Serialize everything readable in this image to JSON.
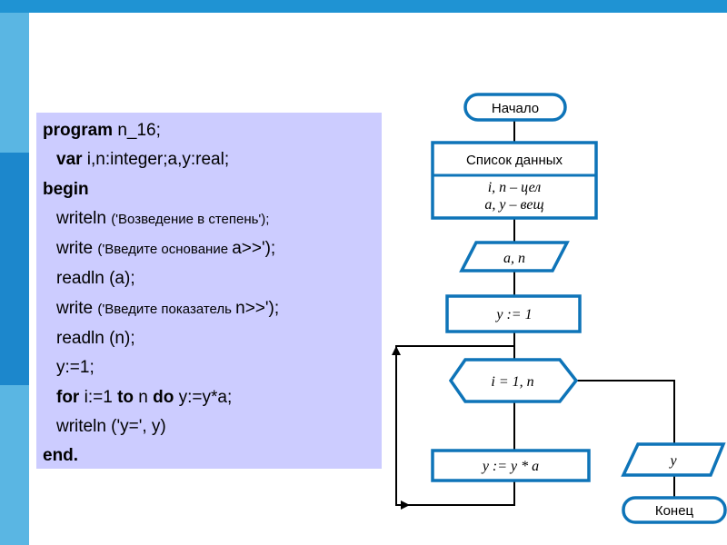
{
  "code": {
    "l1_kw": "program",
    "l1_rest": " n_16;",
    "l2_kw": "var",
    "l2_rest": " i,n:integer;a,y:real;",
    "l3_kw": "begin",
    "l4_a": "writeln ",
    "l4_b": "('Возведение в степень');",
    "l5_a": "write ",
    "l5_b": "('Введите основание ",
    "l5_c": "a>>');",
    "l6": "readln (a);",
    "l7_a": "write ",
    "l7_b": "('Введите показатель ",
    "l7_c": "n>>');",
    "l8": "readln (n);",
    "l9": "y:=1;",
    "l10_k1": "for",
    "l10_a": " i:=1 ",
    "l10_k2": "to",
    "l10_b": " n ",
    "l10_k3": "do",
    "l10_c": " y:=y*a;",
    "l11": "writeln ('y=', y)",
    "l12_kw": "end."
  },
  "flowchart": {
    "start": "Начало",
    "data_header": "Список данных",
    "data_line1": "i, n – цел",
    "data_line2": "a, y – вещ",
    "input": "a, n",
    "init": "y := 1",
    "loop": "i = 1, n",
    "body": "y := y * a",
    "output": "y",
    "end": "Конец"
  },
  "colors": {
    "accent": "#1f93d3",
    "sidebar": "#5ab6e3",
    "sidebar_dark": "#1c87cc",
    "code_bg": "#ccccff",
    "shape_border": "#0e74b8"
  }
}
